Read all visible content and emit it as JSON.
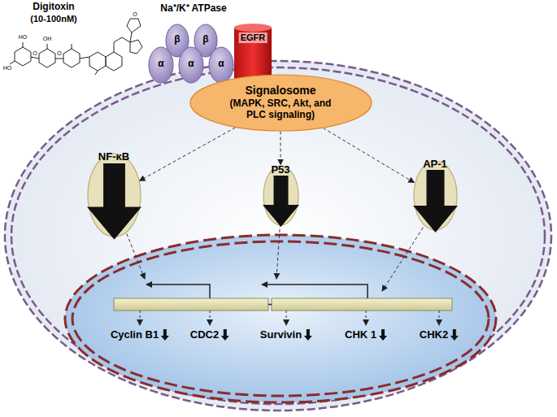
{
  "diagram": {
    "nodes": [
      {
        "text": [
          "Signalosome",
          "(MAPK, SRC, Akt, and PLC signaling)"
        ]
      },
      {
        "text": [
          "NF-κB"
        ]
      },
      {
        "text": [
          "P53"
        ]
      },
      {
        "text": [
          "AP-1"
        ]
      }
    ],
    "edges": [
      {
        "from": 0,
        "to": 1,
        "arrow": "to"
      },
      {
        "from": 0,
        "to": 2,
        "arrow": "to"
      },
      {
        "from": 0,
        "to": 3,
        "arrow": "to"
      }
    ],
    "labels": [
      "Digitoxin",
      "(10-100nM)",
      "Na⁺/K⁺ ATPase",
      "EGFR",
      "β",
      "β",
      "α",
      "α",
      "α",
      "Cyclin B1",
      "CDC2",
      "Survivin",
      "CHK 1",
      "CHK2",
      "HO",
      "HO",
      "OH",
      "O",
      "O",
      "O"
    ]
  }
}
